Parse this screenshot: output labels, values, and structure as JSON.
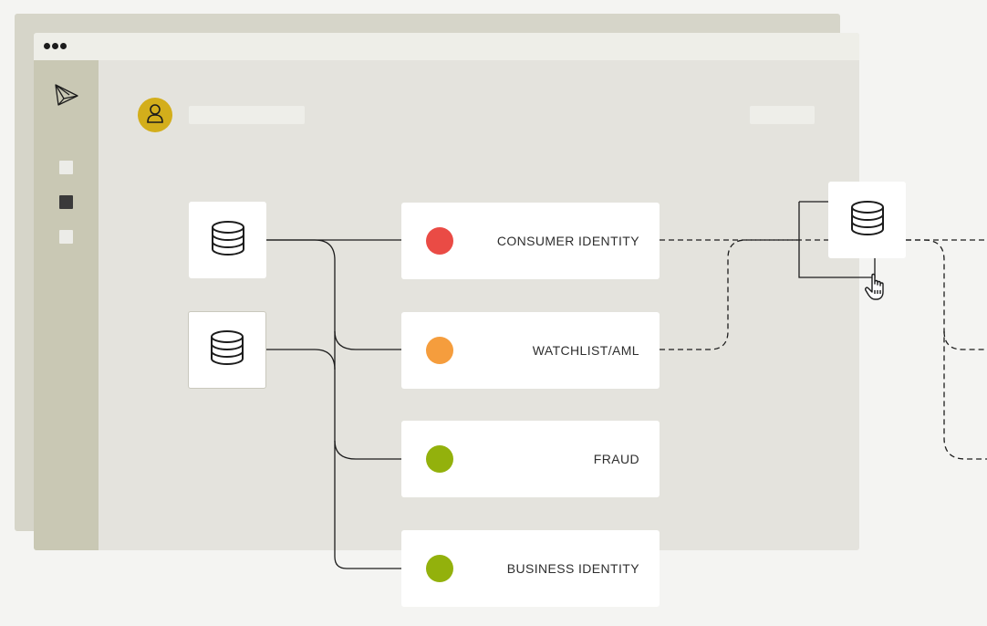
{
  "window": {
    "controls": [
      "close",
      "minimize",
      "maximize"
    ]
  },
  "sidebar": {
    "logo_icon": "prism-logo-icon",
    "items": [
      {
        "name": "nav-item-1",
        "active": false
      },
      {
        "name": "nav-item-2",
        "active": true
      },
      {
        "name": "nav-item-3",
        "active": false
      }
    ]
  },
  "header": {
    "avatar_icon": "user-icon",
    "avatar_color": "#d3ae1b"
  },
  "sources": [
    {
      "icon": "database-icon"
    },
    {
      "icon": "database-icon"
    }
  ],
  "nodes": [
    {
      "label": "CONSUMER IDENTITY",
      "status_color": "#ea4b45"
    },
    {
      "label": "WATCHLIST/AML",
      "status_color": "#f59d3d"
    },
    {
      "label": "FRAUD",
      "status_color": "#93b10c"
    },
    {
      "label": "BUSINESS IDENTITY",
      "status_color": "#93b10c"
    }
  ],
  "target": {
    "icon": "database-icon"
  },
  "cursor_icon": "hand-pointer-icon"
}
